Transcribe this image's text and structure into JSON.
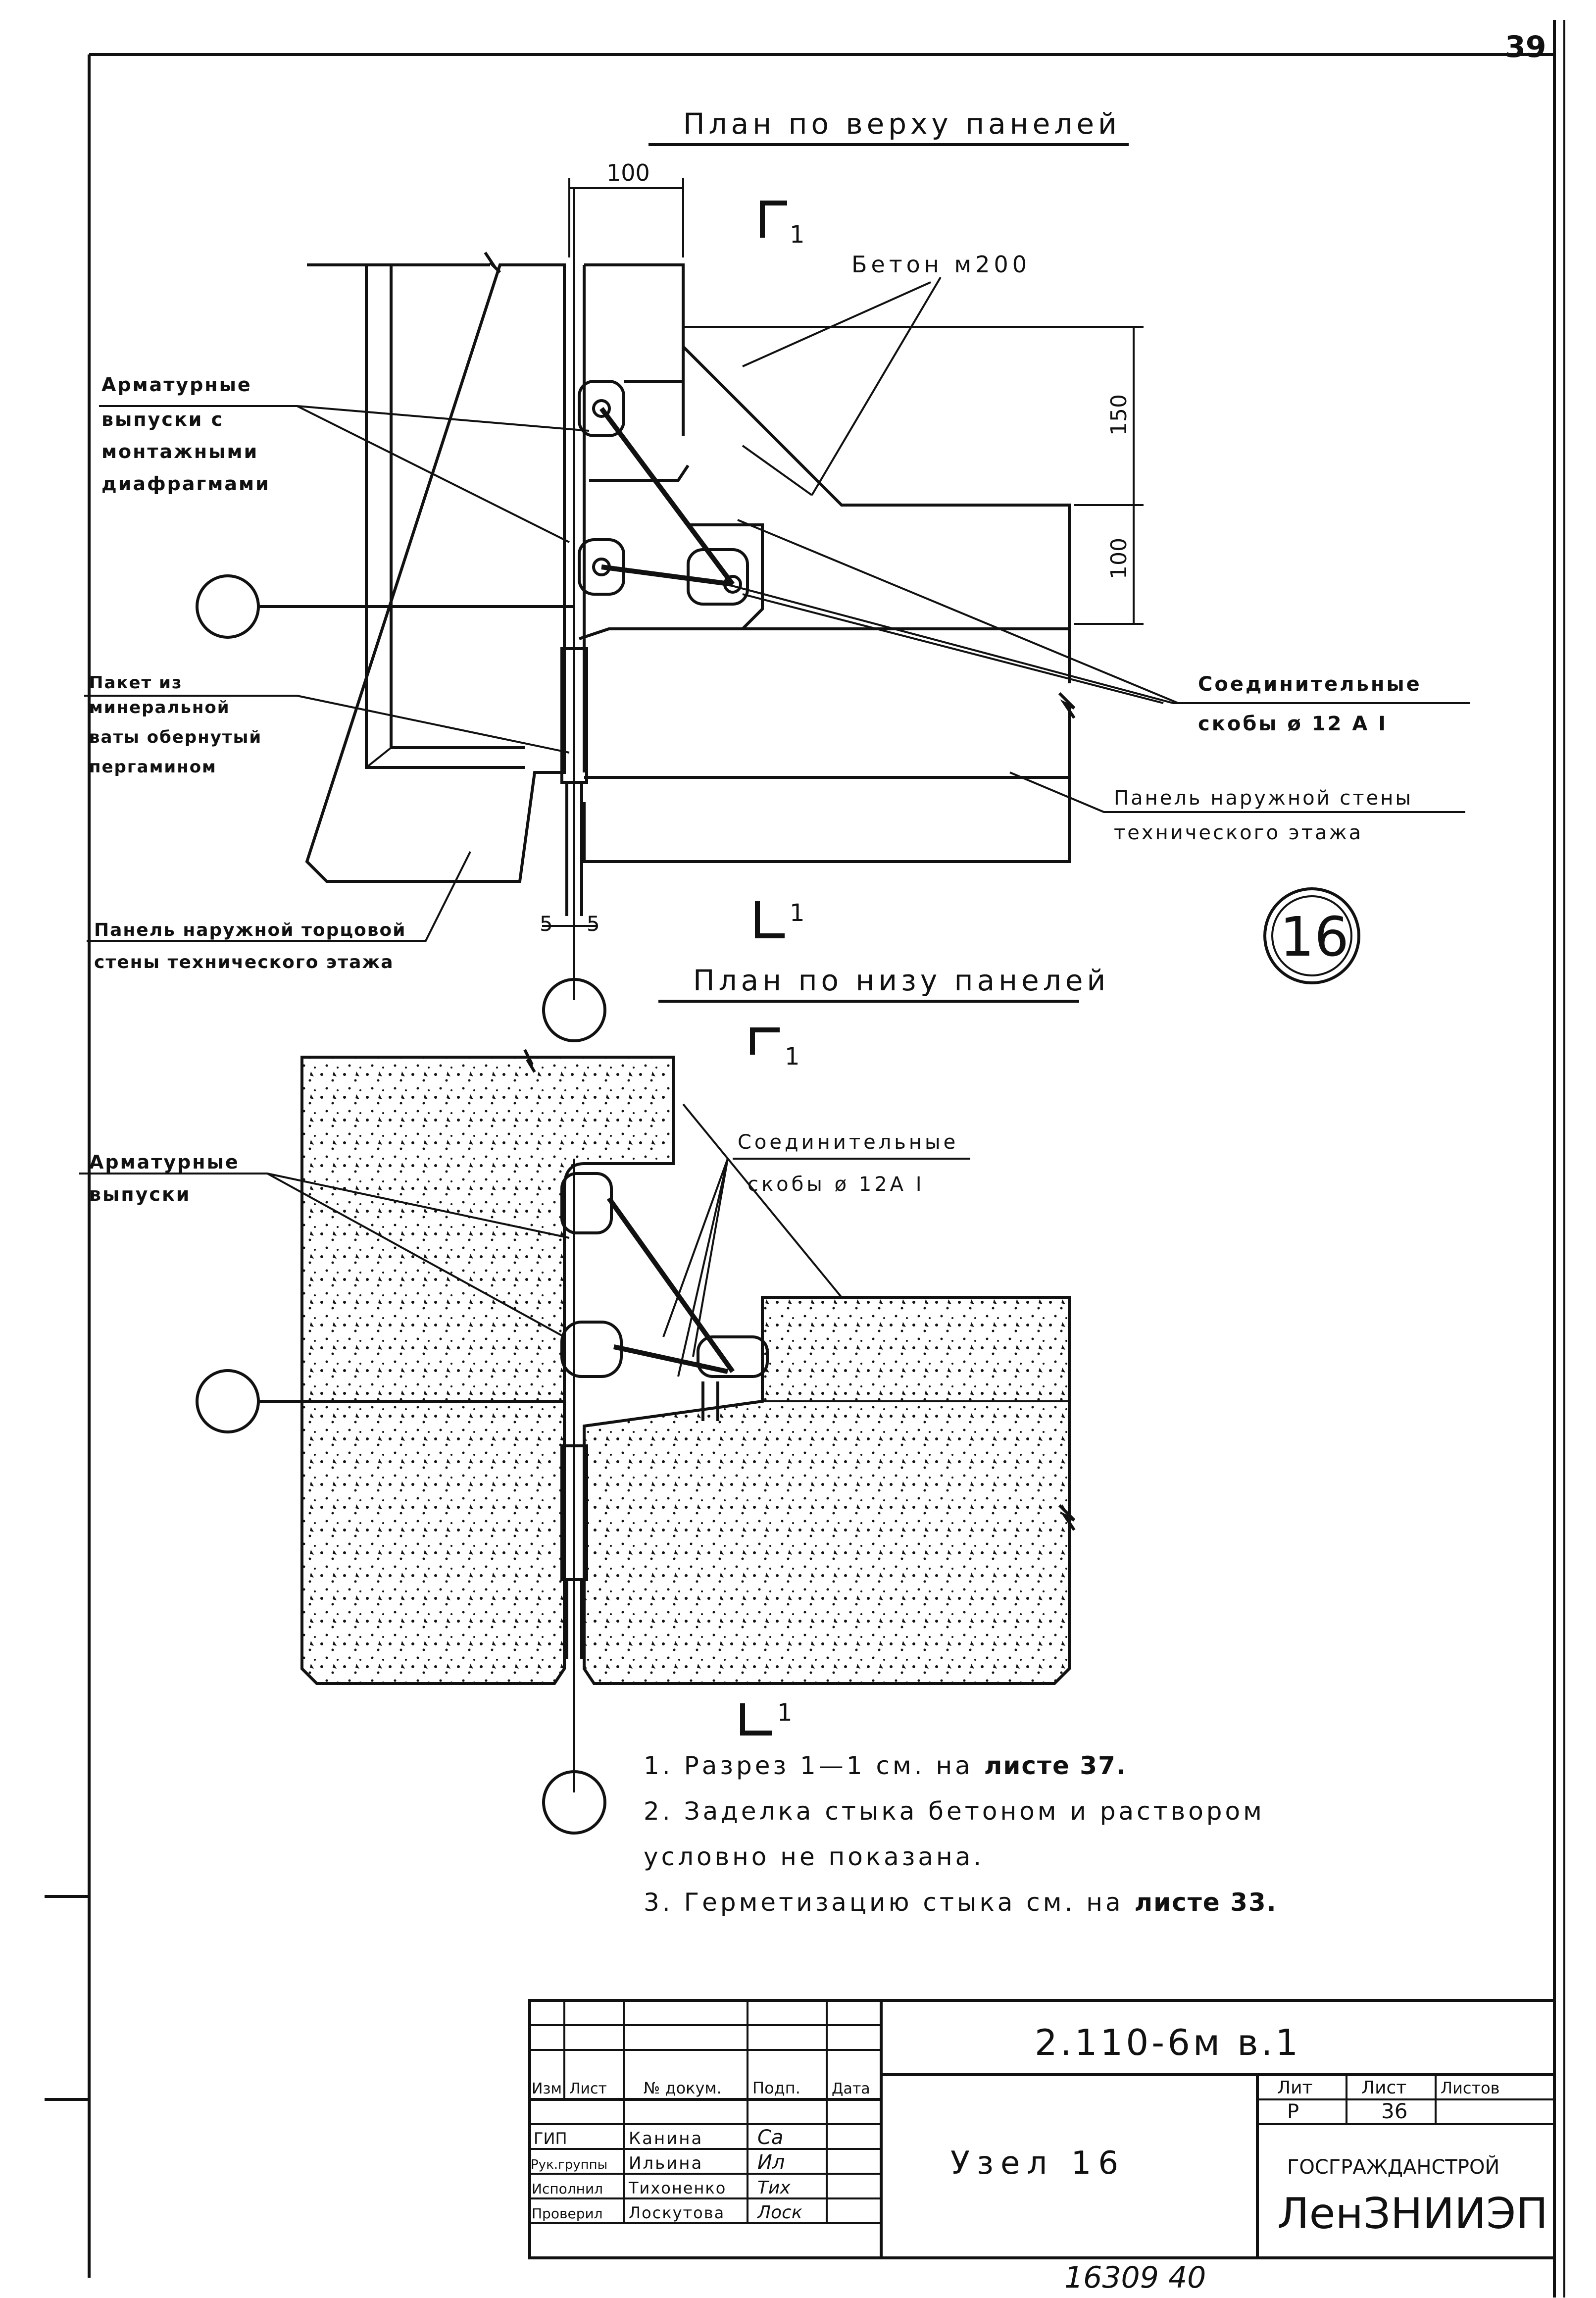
{
  "sheet_corner": "39",
  "title_top": "План по верху панелей",
  "title_bottom": "План по низу панелей",
  "dim_100_top": "100",
  "dim_150": "150",
  "dim_100_side": "100",
  "dim_5_left": "5",
  "dim_5_right": "5",
  "section_mark": "1",
  "node_number": "16",
  "labels": {
    "beton": "Бетон м200",
    "armatura_top": [
      "Арматурные",
      "выпуски с",
      "монтажными",
      "диафрагмами"
    ],
    "paket": [
      "Пакет из",
      "минеральной",
      "ваты обернутый",
      "пергамином"
    ],
    "skoby_top": [
      "Соединительные",
      "скобы ø 12 А I"
    ],
    "panel_wall": [
      "Панель наружной стены",
      "технического этажа"
    ],
    "panel_end": [
      "Панель наружной торцовой",
      "стены технического этажа"
    ],
    "armatura_bottom": [
      "Арматурные",
      "выпуски"
    ],
    "skoby_bottom": [
      "Соединительные",
      "скобы ø 12А I"
    ]
  },
  "notes": [
    {
      "prefix": "1. Разрез 1—1 см. на ",
      "bold": "листе 37."
    },
    {
      "prefix": "2. Заделка стыка бетоном и раствором",
      "bold": ""
    },
    {
      "prefix": "условно не показана.",
      "bold": ""
    },
    {
      "prefix": "3. Герметизацию стыка см. на ",
      "bold": "листе 33."
    }
  ],
  "title_block": {
    "doc_code": "2.110-6м в.1",
    "node_title": "Узел 16",
    "org_ministry": "ГОСГРАЖДАНСТРОЙ",
    "org_name": "ЛенЗНИИЭП",
    "head_izm": "Изм.",
    "head_list": "Лист",
    "head_ndok": "№ докум.",
    "head_podp": "Подп.",
    "head_data": "Дата",
    "lit_label": "Лит",
    "list_label": "Лист",
    "listov_label": "Листов",
    "lit_value": "Р",
    "list_value": "36",
    "roles": [
      {
        "role": "ГИП",
        "name": "Канина",
        "sign": "Са"
      },
      {
        "role": "Рук.группы",
        "name": "Ильина",
        "sign": "Ил"
      },
      {
        "role": "Исполнил",
        "name": "Тихоненко",
        "sign": "Тих"
      },
      {
        "role": "Проверил",
        "name": "Лоскутова",
        "sign": "Лоск"
      }
    ]
  },
  "footer_number": "16309 40"
}
